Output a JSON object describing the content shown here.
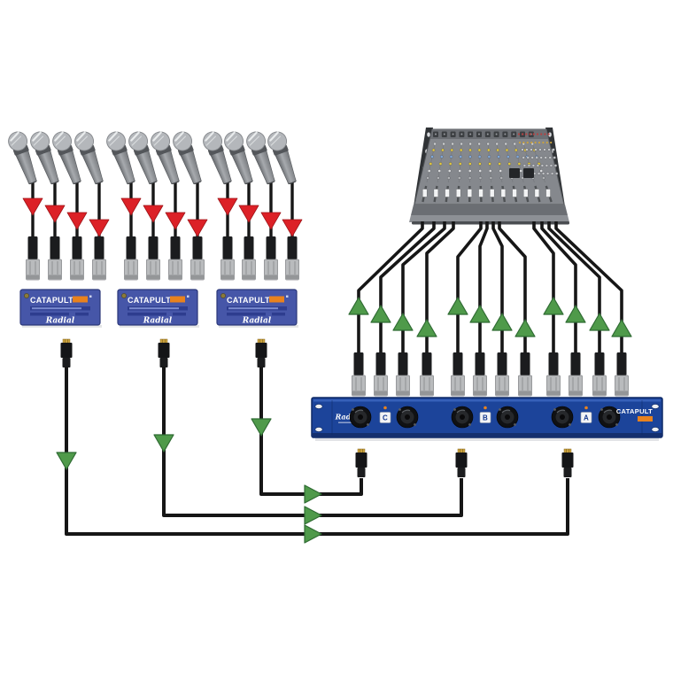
{
  "labels": {
    "brand": "Radial",
    "catapult": "CATAPULT",
    "rack_ports": [
      "C",
      "B",
      "A"
    ]
  },
  "counts": {
    "microphones": 12,
    "mic_groups": 3,
    "mics_per_group": 4,
    "snake_boxes": 3,
    "rack_connectors": 6,
    "cat5_cables": 3,
    "mixer_channels": 12,
    "mixer_xlr_tails": 12
  },
  "colors": {
    "background": "#ffffff",
    "cable": "#161616",
    "red_arrow": "#dc2127",
    "red_arrow_border": "#9e1418",
    "green_arrow": "#4f9a4a",
    "green_arrow_border": "#2f6b33",
    "box_blue": "#4656a8",
    "box_border": "#2b3779",
    "box_strip": "#2e3d8f",
    "rack_blue": "#1c449a",
    "rack_border": "#0e2a66",
    "accent_orange": "#e8821e",
    "xlr_silver": "#b9bbbd",
    "xlr_black": "#1b1c1e",
    "mixer_gray": "#85888d",
    "rail_dark": "#303336",
    "port_letter": "#173a8f"
  }
}
